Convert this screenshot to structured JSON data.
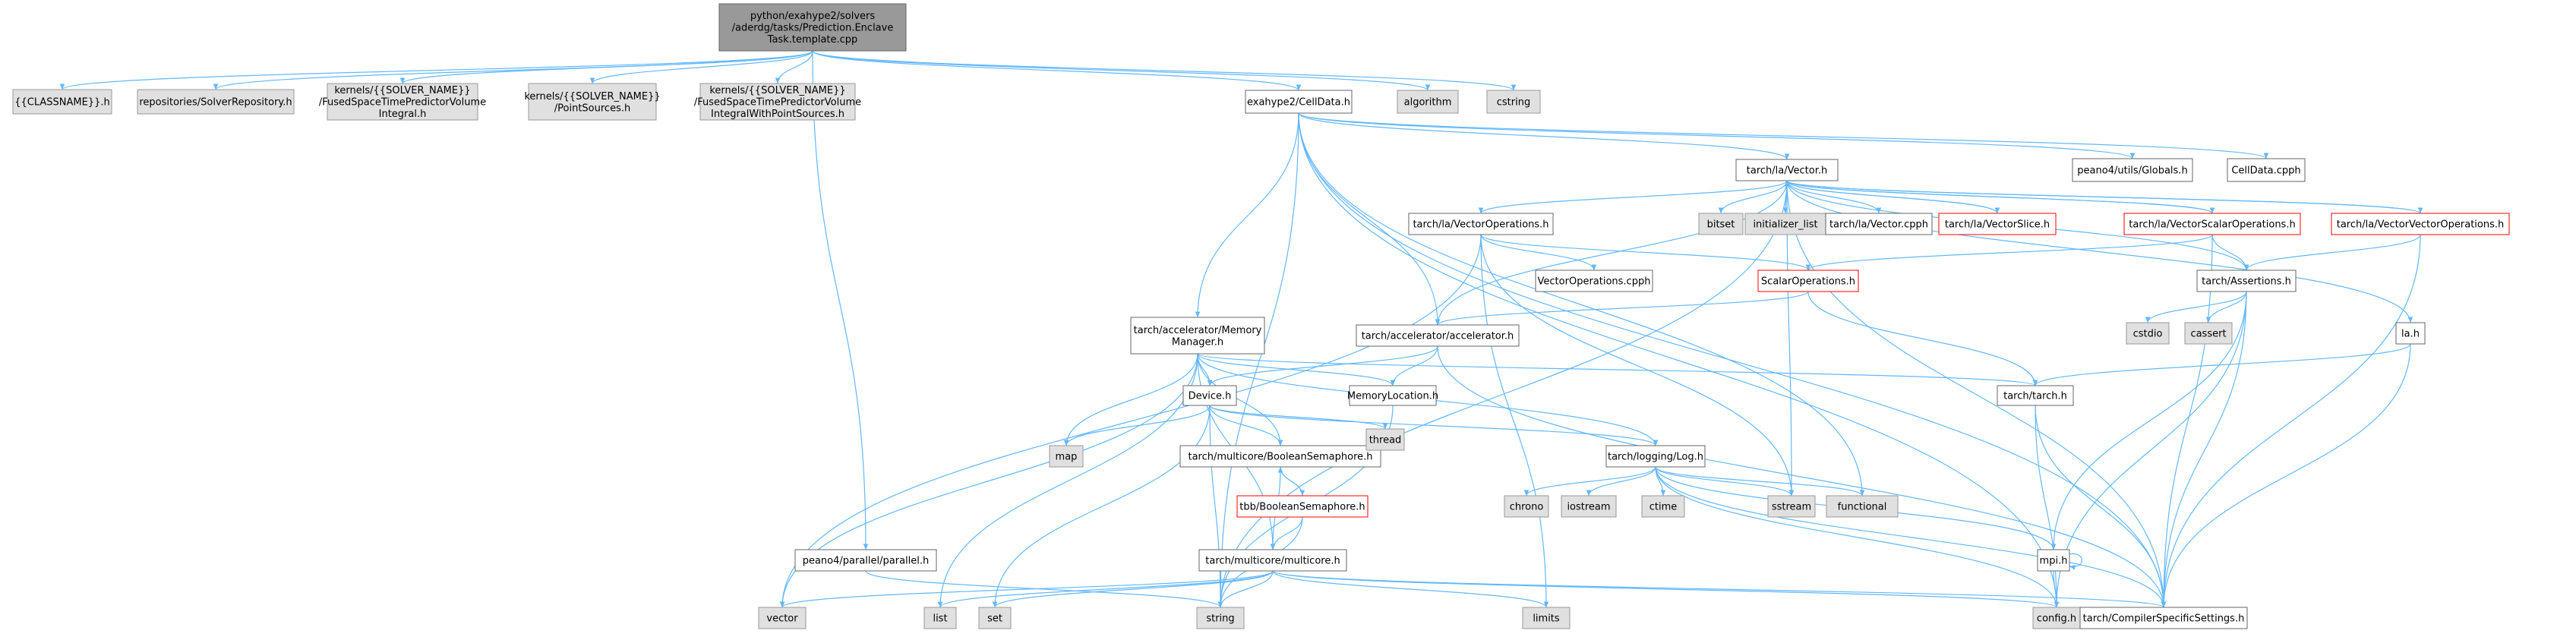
{
  "colors": {
    "root_fill": "#999999",
    "grey_fill": "#e0e0e0",
    "white_fill": "#ffffff",
    "border_dark": "#666666",
    "border_grey": "#999999",
    "border_red": "#ff0000",
    "edge": "#63b8ff"
  },
  "nodes": [
    {
      "id": "root",
      "kind": "root",
      "lines": [
        "python/exahype2/solvers",
        "/aderdg/tasks/Prediction.Enclave",
        "Task.template.cpp"
      ]
    },
    {
      "id": "classname_h",
      "kind": "grey",
      "lines": [
        "{{CLASSNAME}}.h"
      ]
    },
    {
      "id": "solver_repo",
      "kind": "grey",
      "lines": [
        "repositories/SolverRepository.h"
      ]
    },
    {
      "id": "fused_vol",
      "kind": "grey",
      "lines": [
        "kernels/{{SOLVER_NAME}}",
        "/FusedSpaceTimePredictorVolume",
        "Integral.h"
      ]
    },
    {
      "id": "point_src",
      "kind": "grey",
      "lines": [
        "kernels/{{SOLVER_NAME}}",
        "/PointSources.h"
      ]
    },
    {
      "id": "fused_vol_ps",
      "kind": "grey",
      "lines": [
        "kernels/{{SOLVER_NAME}}",
        "/FusedSpaceTimePredictorVolume",
        "IntegralWithPointSources.h"
      ]
    },
    {
      "id": "celldata_h",
      "kind": "white",
      "lines": [
        "exahype2/CellData.h"
      ]
    },
    {
      "id": "algorithm",
      "kind": "grey",
      "lines": [
        "algorithm"
      ]
    },
    {
      "id": "cstring",
      "kind": "grey",
      "lines": [
        "cstring"
      ]
    },
    {
      "id": "vector_h",
      "kind": "white",
      "lines": [
        "tarch/la/Vector.h"
      ]
    },
    {
      "id": "globals_h",
      "kind": "white",
      "lines": [
        "peano4/utils/Globals.h"
      ]
    },
    {
      "id": "celldata_cpph",
      "kind": "white",
      "lines": [
        "CellData.cpph"
      ]
    },
    {
      "id": "vecops_h",
      "kind": "white",
      "lines": [
        "tarch/la/VectorOperations.h"
      ]
    },
    {
      "id": "bitset",
      "kind": "grey",
      "lines": [
        "bitset"
      ]
    },
    {
      "id": "init_list",
      "kind": "grey",
      "lines": [
        "initializer_list"
      ]
    },
    {
      "id": "vector_cpph",
      "kind": "white",
      "lines": [
        "tarch/la/Vector.cpph"
      ]
    },
    {
      "id": "vecslice_h",
      "kind": "red",
      "lines": [
        "tarch/la/VectorSlice.h"
      ]
    },
    {
      "id": "vecscalar_h",
      "kind": "red",
      "lines": [
        "tarch/la/VectorScalarOperations.h"
      ]
    },
    {
      "id": "vecvec_h",
      "kind": "red",
      "lines": [
        "tarch/la/VectorVectorOperations.h"
      ]
    },
    {
      "id": "vecops_cpph",
      "kind": "white",
      "lines": [
        "VectorOperations.cpph"
      ]
    },
    {
      "id": "scalarops_h",
      "kind": "red",
      "lines": [
        "ScalarOperations.h"
      ]
    },
    {
      "id": "assertions_h",
      "kind": "white",
      "lines": [
        "tarch/Assertions.h"
      ]
    },
    {
      "id": "cstdio",
      "kind": "grey",
      "lines": [
        "cstdio"
      ]
    },
    {
      "id": "cassert",
      "kind": "grey",
      "lines": [
        "cassert"
      ]
    },
    {
      "id": "la_h",
      "kind": "white",
      "lines": [
        "la.h"
      ]
    },
    {
      "id": "memmgr_h",
      "kind": "white",
      "lines": [
        "tarch/accelerator/Memory",
        "Manager.h"
      ]
    },
    {
      "id": "accel_h",
      "kind": "white",
      "lines": [
        "tarch/accelerator/accelerator.h"
      ]
    },
    {
      "id": "device_h",
      "kind": "white",
      "lines": [
        "Device.h"
      ]
    },
    {
      "id": "memloc_h",
      "kind": "white",
      "lines": [
        "MemoryLocation.h"
      ]
    },
    {
      "id": "tarch_h",
      "kind": "white",
      "lines": [
        "tarch/tarch.h"
      ]
    },
    {
      "id": "map",
      "kind": "grey",
      "lines": [
        "map"
      ]
    },
    {
      "id": "boolsem_h",
      "kind": "white",
      "lines": [
        "tarch/multicore/BooleanSemaphore.h"
      ]
    },
    {
      "id": "thread",
      "kind": "grey",
      "lines": [
        "thread"
      ]
    },
    {
      "id": "log_h",
      "kind": "white",
      "lines": [
        "tarch/logging/Log.h"
      ]
    },
    {
      "id": "tbb_boolsem_h",
      "kind": "red",
      "lines": [
        "tbb/BooleanSemaphore.h"
      ]
    },
    {
      "id": "chrono",
      "kind": "grey",
      "lines": [
        "chrono"
      ]
    },
    {
      "id": "iostream",
      "kind": "grey",
      "lines": [
        "iostream"
      ]
    },
    {
      "id": "ctime",
      "kind": "grey",
      "lines": [
        "ctime"
      ]
    },
    {
      "id": "sstream",
      "kind": "grey",
      "lines": [
        "sstream"
      ]
    },
    {
      "id": "functional",
      "kind": "grey",
      "lines": [
        "functional"
      ]
    },
    {
      "id": "parallel_h",
      "kind": "white",
      "lines": [
        "peano4/parallel/parallel.h"
      ]
    },
    {
      "id": "multicore_h",
      "kind": "white",
      "lines": [
        "tarch/multicore/multicore.h"
      ]
    },
    {
      "id": "mpi_h",
      "kind": "white",
      "lines": [
        "mpi.h"
      ]
    },
    {
      "id": "vector",
      "kind": "grey",
      "lines": [
        "vector"
      ]
    },
    {
      "id": "list",
      "kind": "grey",
      "lines": [
        "list"
      ]
    },
    {
      "id": "set",
      "kind": "grey",
      "lines": [
        "set"
      ]
    },
    {
      "id": "string",
      "kind": "grey",
      "lines": [
        "string"
      ]
    },
    {
      "id": "limits",
      "kind": "grey",
      "lines": [
        "limits"
      ]
    },
    {
      "id": "config_h",
      "kind": "grey",
      "lines": [
        "config.h"
      ]
    },
    {
      "id": "compiler_h",
      "kind": "white",
      "lines": [
        "tarch/CompilerSpecificSettings.h"
      ]
    }
  ],
  "edges": [
    [
      "root",
      "classname_h"
    ],
    [
      "root",
      "solver_repo"
    ],
    [
      "root",
      "fused_vol"
    ],
    [
      "root",
      "point_src"
    ],
    [
      "root",
      "fused_vol_ps"
    ],
    [
      "root",
      "celldata_h"
    ],
    [
      "root",
      "algorithm"
    ],
    [
      "root",
      "cstring"
    ],
    [
      "root",
      "parallel_h"
    ],
    [
      "celldata_h",
      "vector_h"
    ],
    [
      "celldata_h",
      "globals_h"
    ],
    [
      "celldata_h",
      "celldata_cpph"
    ],
    [
      "celldata_h",
      "memmgr_h"
    ],
    [
      "celldata_h",
      "accel_h"
    ],
    [
      "celldata_h",
      "string"
    ],
    [
      "celldata_h",
      "functional"
    ],
    [
      "celldata_h",
      "config_h"
    ],
    [
      "celldata_h",
      "compiler_h"
    ],
    [
      "vector_h",
      "vecops_h"
    ],
    [
      "vector_h",
      "bitset"
    ],
    [
      "vector_h",
      "init_list"
    ],
    [
      "vector_h",
      "vector_cpph"
    ],
    [
      "vector_h",
      "vecslice_h"
    ],
    [
      "vector_h",
      "vecscalar_h"
    ],
    [
      "vector_h",
      "vecvec_h"
    ],
    [
      "vector_h",
      "assertions_h"
    ],
    [
      "vector_h",
      "la_h"
    ],
    [
      "vector_h",
      "accel_h"
    ],
    [
      "vector_h",
      "string"
    ],
    [
      "vector_h",
      "sstream"
    ],
    [
      "vector_h",
      "compiler_h"
    ],
    [
      "vecslice_h",
      "vector_h"
    ],
    [
      "vecscalar_h",
      "vector_h"
    ],
    [
      "vecvec_h",
      "vector_h"
    ],
    [
      "vecops_h",
      "vecops_cpph"
    ],
    [
      "vecops_h",
      "scalarops_h"
    ],
    [
      "vecops_h",
      "vector"
    ],
    [
      "vecops_h",
      "sstream"
    ],
    [
      "vecops_h",
      "limits"
    ],
    [
      "vecscalar_h",
      "scalarops_h"
    ],
    [
      "vecscalar_h",
      "assertions_h"
    ],
    [
      "vecscalar_h",
      "compiler_h"
    ],
    [
      "vecvec_h",
      "assertions_h"
    ],
    [
      "vecvec_h",
      "compiler_h"
    ],
    [
      "scalarops_h",
      "accel_h"
    ],
    [
      "scalarops_h",
      "tarch_h"
    ],
    [
      "assertions_h",
      "cstdio"
    ],
    [
      "assertions_h",
      "cassert"
    ],
    [
      "assertions_h",
      "mpi_h"
    ],
    [
      "assertions_h",
      "config_h"
    ],
    [
      "assertions_h",
      "compiler_h"
    ],
    [
      "la_h",
      "tarch_h"
    ],
    [
      "la_h",
      "compiler_h"
    ],
    [
      "memmgr_h",
      "device_h"
    ],
    [
      "memmgr_h",
      "memloc_h"
    ],
    [
      "memmgr_h",
      "tarch_h"
    ],
    [
      "memmgr_h",
      "map"
    ],
    [
      "memmgr_h",
      "boolsem_h"
    ],
    [
      "memmgr_h",
      "log_h"
    ],
    [
      "memmgr_h",
      "multicore_h"
    ],
    [
      "memmgr_h",
      "vector"
    ],
    [
      "memmgr_h",
      "list"
    ],
    [
      "accel_h",
      "device_h"
    ],
    [
      "accel_h",
      "memloc_h"
    ],
    [
      "accel_h",
      "compiler_h"
    ],
    [
      "device_h",
      "map"
    ],
    [
      "device_h",
      "boolsem_h"
    ],
    [
      "device_h",
      "thread"
    ],
    [
      "device_h",
      "log_h"
    ],
    [
      "device_h",
      "string"
    ],
    [
      "device_h",
      "set"
    ],
    [
      "memloc_h",
      "string"
    ],
    [
      "tarch_h",
      "config_h"
    ],
    [
      "tarch_h",
      "compiler_h"
    ],
    [
      "boolsem_h",
      "tbb_boolsem_h"
    ],
    [
      "boolsem_h",
      "multicore_h"
    ],
    [
      "tbb_boolsem_h",
      "boolsem_h"
    ],
    [
      "tbb_boolsem_h",
      "multicore_h"
    ],
    [
      "tbb_boolsem_h",
      "string"
    ],
    [
      "log_h",
      "chrono"
    ],
    [
      "log_h",
      "iostream"
    ],
    [
      "log_h",
      "ctime"
    ],
    [
      "log_h",
      "sstream"
    ],
    [
      "log_h",
      "functional"
    ],
    [
      "log_h",
      "config_h"
    ],
    [
      "log_h",
      "compiler_h"
    ],
    [
      "log_h",
      "mpi_h"
    ],
    [
      "multicore_h",
      "vector"
    ],
    [
      "multicore_h",
      "list"
    ],
    [
      "multicore_h",
      "set"
    ],
    [
      "multicore_h",
      "string"
    ],
    [
      "multicore_h",
      "limits"
    ],
    [
      "multicore_h",
      "config_h"
    ],
    [
      "multicore_h",
      "compiler_h"
    ],
    [
      "parallel_h",
      "string"
    ],
    [
      "mpi_h",
      "config_h"
    ],
    [
      "mpi_h",
      "mpi_h"
    ]
  ]
}
